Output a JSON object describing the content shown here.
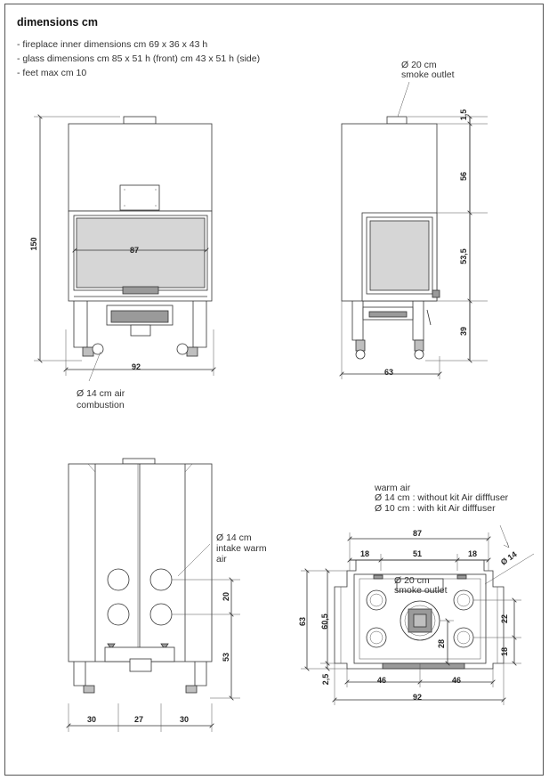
{
  "header": {
    "title": "dimensions cm",
    "specs": [
      "- fireplace inner dimensions cm 69 x 36 x 43 h",
      "- glass dimensions cm 85 x 51 h (front) cm 43 x 51 h (side)",
      "- feet max cm 10"
    ]
  },
  "front_view": {
    "height": "150",
    "width_inner": "87",
    "width_total": "92",
    "air_label_1": "Ø 14 cm air",
    "air_label_2": "combustion"
  },
  "side_view": {
    "smoke_1": "Ø 20 cm",
    "smoke_2": "smoke outlet",
    "d1": "1,5",
    "d2": "56",
    "d3": "53,5",
    "d4": "39",
    "width": "63"
  },
  "back_view": {
    "intake_1": "Ø 14 cm",
    "intake_2": "intake warm",
    "intake_3": "air",
    "d_20": "20",
    "d_53": "53",
    "w1": "30",
    "w2": "27",
    "w3": "30"
  },
  "top_view": {
    "warm_1": "warm air",
    "warm_2": "Ø 14 cm : without kit Air difffuser",
    "warm_3": "Ø 10 cm : with kit Air difffuser",
    "top_87": "87",
    "s18a": "18",
    "s51": "51",
    "s18b": "18",
    "diag14": "Ø 14",
    "smoke_1": "Ø 20 cm",
    "smoke_2": "smoke outlet",
    "left_63": "63",
    "left_605": "60,5",
    "left_25": "2,5",
    "right_22": "22",
    "right_18": "18",
    "mid_28": "28",
    "b46a": "46",
    "b46b": "46",
    "b92": "92"
  }
}
